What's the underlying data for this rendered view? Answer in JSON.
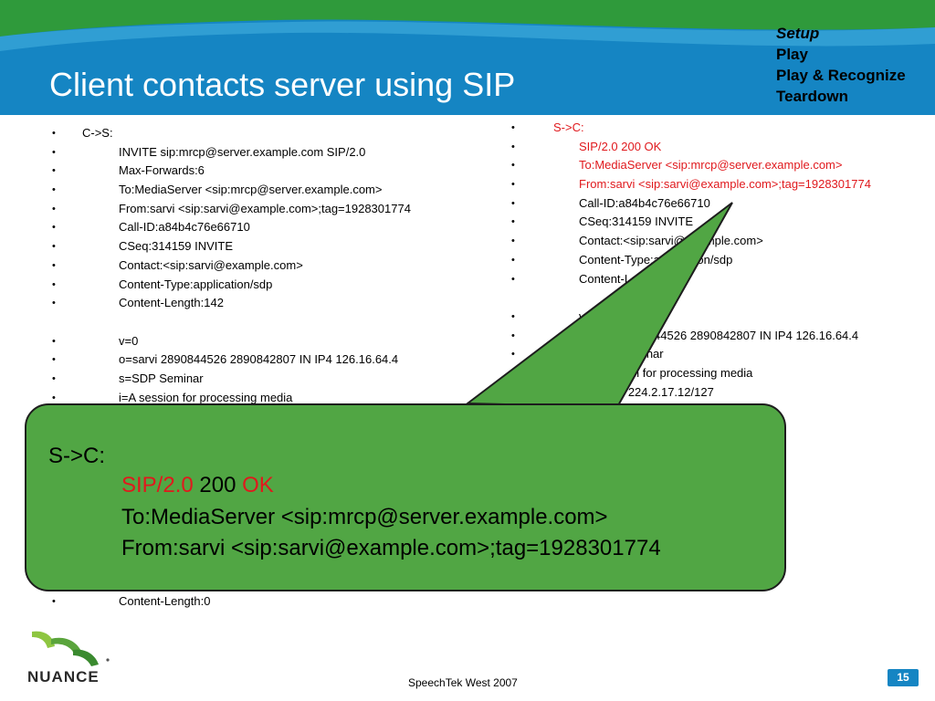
{
  "title": "Client contacts server using SIP",
  "nav": {
    "items": [
      "Setup",
      "Play",
      "Play & Recognize",
      "Teardown"
    ]
  },
  "left": {
    "lines": [
      {
        "bullet": "•",
        "text": "C->S:"
      },
      {
        "bullet": "•",
        "text": "INVITE sip:mrcp@server.example.com SIP/2.0"
      },
      {
        "bullet": "•",
        "text": "Max-Forwards:6"
      },
      {
        "bullet": "•",
        "text": "To:MediaServer <sip:mrcp@server.example.com>"
      },
      {
        "bullet": "•",
        "text": "From:sarvi <sip:sarvi@example.com>;tag=1928301774"
      },
      {
        "bullet": "•",
        "text": "Call-ID:a84b4c76e66710"
      },
      {
        "bullet": "•",
        "text": "CSeq:314159 INVITE"
      },
      {
        "bullet": "•",
        "text": "Contact:<sip:sarvi@example.com>"
      },
      {
        "bullet": "•",
        "text": "Content-Type:application/sdp"
      },
      {
        "bullet": "•",
        "text": "Content-Length:142"
      },
      {
        "bullet": "",
        "text": ""
      },
      {
        "bullet": "•",
        "text": "v=0"
      },
      {
        "bullet": "•",
        "text": "o=sarvi 2890844526 2890842807 IN IP4 126.16.64.4"
      },
      {
        "bullet": "•",
        "text": "s=SDP Seminar"
      },
      {
        "bullet": "•",
        "text": "i=A session for processing media"
      }
    ],
    "last_line": {
      "bullet": "•",
      "text": "Content-Length:0"
    }
  },
  "right": {
    "lines": [
      {
        "bullet": "•",
        "text": "S->C:",
        "red": true
      },
      {
        "bullet": "•",
        "text": "SIP/2.0 200 OK",
        "red": true
      },
      {
        "bullet": "•",
        "text": "To:MediaServer <sip:mrcp@server.example.com>",
        "red": true
      },
      {
        "bullet": "•",
        "text": "From:sarvi <sip:sarvi@example.com>;tag=1928301774",
        "red": true
      },
      {
        "bullet": "•",
        "text": "Call-ID:a84b4c76e66710"
      },
      {
        "bullet": "•",
        "text": "CSeq:314159 INVITE"
      },
      {
        "bullet": "•",
        "text": "Contact:<sip:sarvi@example.com>"
      },
      {
        "bullet": "•",
        "text": "Content-Type:application/sdp"
      },
      {
        "bullet": "•",
        "text": "Content-Length:131"
      },
      {
        "bullet": "",
        "text": ""
      },
      {
        "bullet": "•",
        "text": "v=0"
      },
      {
        "bullet": "•",
        "text": "o=sarvi 2890844526 2890842807 IN IP4 126.16.64.4"
      },
      {
        "bullet": "•",
        "text": "s=SDP Seminar"
      },
      {
        "bullet": "",
        "text": "i=A session for processing media"
      },
      {
        "bullet": "",
        "text": "c=IN IP4 224.2.17.12/127"
      }
    ]
  },
  "callout": {
    "line1": "S->C:",
    "line2_red1": "SIP/2.0",
    "line2_mid": " 200 ",
    "line2_red2": "OK",
    "line3": "To:MediaServer <sip:mrcp@server.example.com>",
    "line4": "From:sarvi <sip:sarvi@example.com>;tag=1928301774"
  },
  "footer": {
    "text": "SpeechTek West 2007",
    "page": "15",
    "logo_text": "NUANCE"
  },
  "colors": {
    "header_blue": "#1585c3",
    "header_green": "#2f9a3b",
    "callout_green": "#51a644",
    "highlight_red": "#e0191d"
  }
}
